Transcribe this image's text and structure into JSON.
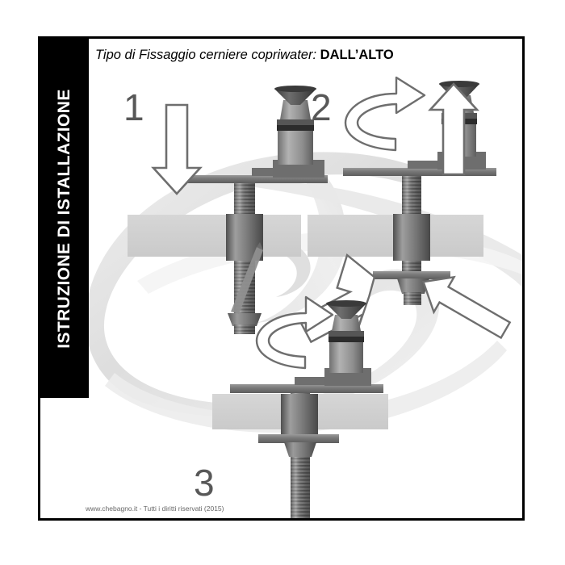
{
  "document": {
    "banner_text": "ISTRUZIONE DI ISTALLAZIONE",
    "heading_prefix": "Tipo di Fissaggio cerniere copriwater:",
    "heading_value": "DALL’ALTO",
    "footer_text": "www.chebagno.it - Tutti i diritti riservati (2015)"
  },
  "steps": [
    {
      "number": "1",
      "name": "insert-bolt-from-above",
      "arrow": "down-arrow"
    },
    {
      "number": "2",
      "name": "rotate-and-lift-tighten",
      "arrow": "rotation-arrow"
    },
    {
      "number": "3",
      "name": "final-tightened-assembly",
      "arrow": "rotation-arrow"
    }
  ],
  "colors": {
    "frame_border": "#000000",
    "banner_background": "#000000",
    "banner_text": "#ffffff",
    "step_number": "#585858",
    "ceramic_bar": "#d2d2d2",
    "metal_dark": "#5a5a5a",
    "metal_mid": "#7d7d7d",
    "metal_light": "#a8a8a8",
    "arrow_stroke": "#6e6e6e",
    "arrow_fill": "#ffffff",
    "watermark": "#e6e6e6",
    "footer_text": "#666666"
  }
}
